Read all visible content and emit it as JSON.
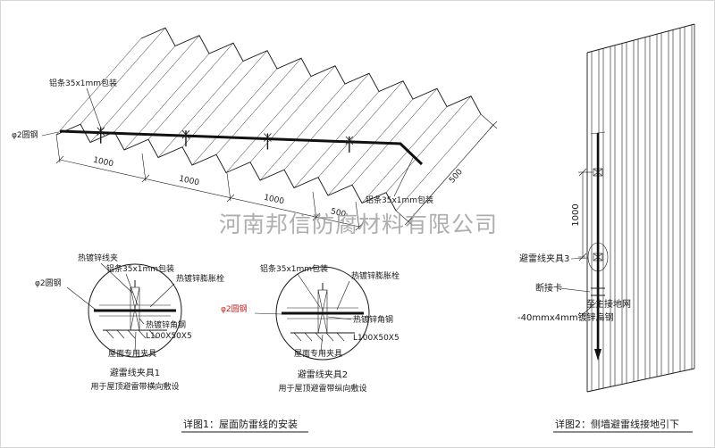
{
  "watermark": "河南邦信防腐材料有限公司",
  "colors": {
    "line": "#1a1a1a",
    "annotation_red": "#cc2222",
    "watermark_gray": "#9a9a9a"
  },
  "roof": {
    "label_strip_top": "铝条35x1mm包装",
    "label_round_steel": "φ2圆钢",
    "label_strip_bottom": "铝条35x1mm包装",
    "dims": [
      "1000",
      "1000",
      "1000",
      "500"
    ],
    "dim_right": "500"
  },
  "detail1": {
    "labels": {
      "wire_clamp": "热镀锌线夹",
      "strip": "铝条35x1mm包装",
      "expansion_bolt": "热镀锌膨胀栓",
      "round_steel": "φ2圆钢",
      "angle_steel": "热镀锌角钢",
      "angle_spec": "L100X50X5",
      "roof_fixture": "屋面专用夹具"
    },
    "title": "避雷线夹具1",
    "subtitle": "用于屋顶避雷带横向敷设"
  },
  "detail2": {
    "labels": {
      "strip": "铝条35x1mm包装",
      "expansion_bolt": "热镀锌膨胀栓",
      "round_steel": "φ2圆钢",
      "angle_steel": "热镀锌角钢",
      "angle_spec": "L100X50X5",
      "roof_fixture": "屋面专用夹具"
    },
    "title": "避雷线夹具2",
    "subtitle": "用于屋顶避雷带纵向敷设"
  },
  "wall": {
    "dim": "1000",
    "label_clamp3": "避雷线夹具3",
    "label_disconnect": "断接卡",
    "label_to_ground": "至主接地网",
    "label_flat_steel": "-40mmx4mm镀锌扁钢"
  },
  "captions": {
    "detail1": "详图1：屋面防雷线的安装",
    "detail2": "详图2：侧墙避雷线接地引下"
  }
}
